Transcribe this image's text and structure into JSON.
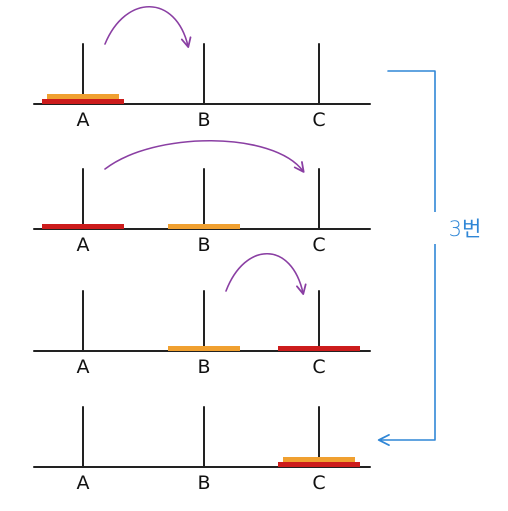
{
  "colors": {
    "line": "#222222",
    "large_disk": "#cc1c1c",
    "small_disk": "#f0a030",
    "move_arrow": "#8a3fa3",
    "bracket": "#2f86d6"
  },
  "peg_labels": [
    "A",
    "B",
    "C"
  ],
  "steps": [
    {
      "disks": {
        "A": [
          "large",
          "small"
        ],
        "B": [],
        "C": []
      },
      "move": {
        "from": "A",
        "to": "B"
      }
    },
    {
      "disks": {
        "A": [
          "large"
        ],
        "B": [
          "small"
        ],
        "C": []
      },
      "move": {
        "from": "A",
        "to": "C"
      }
    },
    {
      "disks": {
        "A": [],
        "B": [
          "small"
        ],
        "C": [
          "large"
        ]
      },
      "move": {
        "from": "B",
        "to": "C"
      }
    },
    {
      "disks": {
        "A": [],
        "B": [],
        "C": [
          "large",
          "small"
        ]
      },
      "move": null
    }
  ],
  "bracket_label": "3번"
}
